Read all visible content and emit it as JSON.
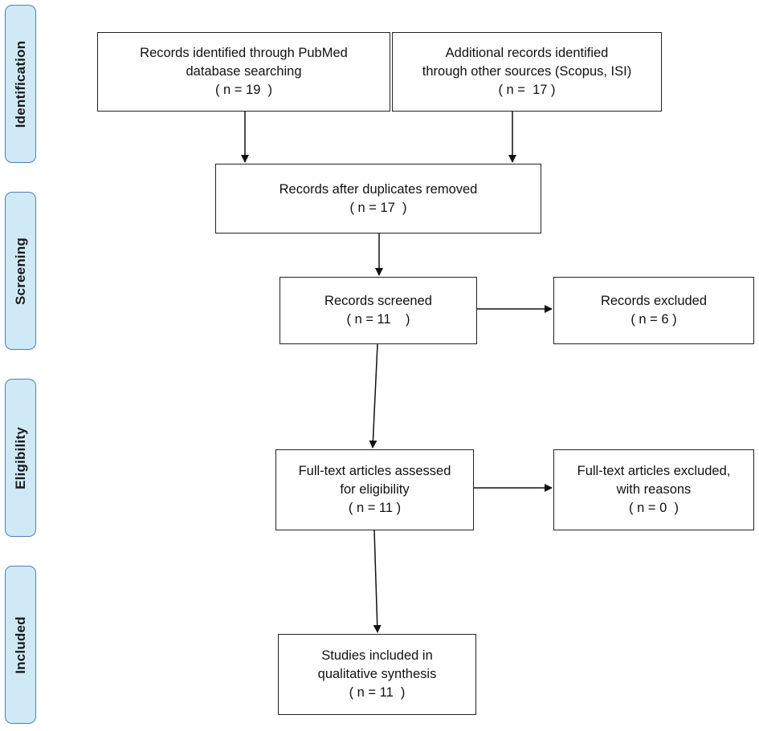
{
  "stages": {
    "identification": "Identification",
    "screening": "Screening",
    "eligibility": "Eligibility",
    "included": "Included"
  },
  "boxes": {
    "pubmed": {
      "line1": "Records identified through PubMed",
      "line2": "database searching",
      "count": "( n = 19  )"
    },
    "other_sources": {
      "line1": "Additional records identified",
      "line2": "through other sources (Scopus, ISI)",
      "count": "( n =  17 )"
    },
    "deduplicated": {
      "line1": "Records after duplicates removed",
      "count": "( n = 17  )"
    },
    "screened": {
      "line1": "Records screened",
      "count": "( n = 11    )"
    },
    "excluded": {
      "line1": "Records excluded",
      "count": "( n = 6 )"
    },
    "full_text": {
      "line1": "Full-text articles assessed",
      "line2": "for eligibility",
      "count": "( n = 11 )"
    },
    "full_text_excluded": {
      "line1": "Full-text articles excluded,",
      "line2": "with reasons",
      "count": "( n = 0  )"
    },
    "included": {
      "line1": "Studies included in",
      "line2": "qualitative synthesis",
      "count": "( n = 11  )"
    }
  },
  "colors": {
    "stage_fill": "#cfe9f7",
    "stage_border": "#4f82b0",
    "box_border": "#222222",
    "arrow": "#111111"
  }
}
